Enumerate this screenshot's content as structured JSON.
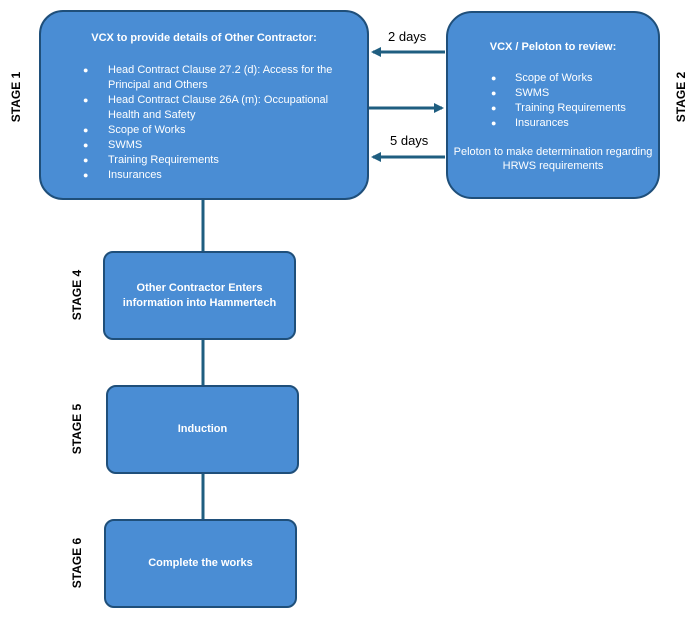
{
  "stage1": {
    "label": "STAGE 1",
    "heading": "VCX to provide details of Other Contractor:",
    "items": [
      "Head Contract Clause 27.2 (d): Access for the Principal and Others",
      "Head Contract Clause 26A (m): Occupational Health and Safety",
      "Scope of Works",
      "SWMS",
      "Training Requirements",
      "Insurances"
    ]
  },
  "stage2": {
    "label": "STAGE 2",
    "heading": "VCX / Peloton to review:",
    "items": [
      "Scope of Works",
      "SWMS",
      "Training Requirements",
      "Insurances"
    ],
    "note": "Peloton to make determination regarding HRWS requirements"
  },
  "arrows": {
    "top_days": "2 days",
    "bottom_days": "5 days"
  },
  "stage4": {
    "label": "STAGE 4",
    "text": "Other Contractor Enters information into Hammertech"
  },
  "stage5": {
    "label": "STAGE 5",
    "text": "Induction"
  },
  "stage6": {
    "label": "STAGE 6",
    "text": "Complete the works"
  },
  "colors": {
    "box_fill": "#4a8dd4",
    "box_border": "#1f4f7a",
    "connector": "#1f5e80"
  }
}
